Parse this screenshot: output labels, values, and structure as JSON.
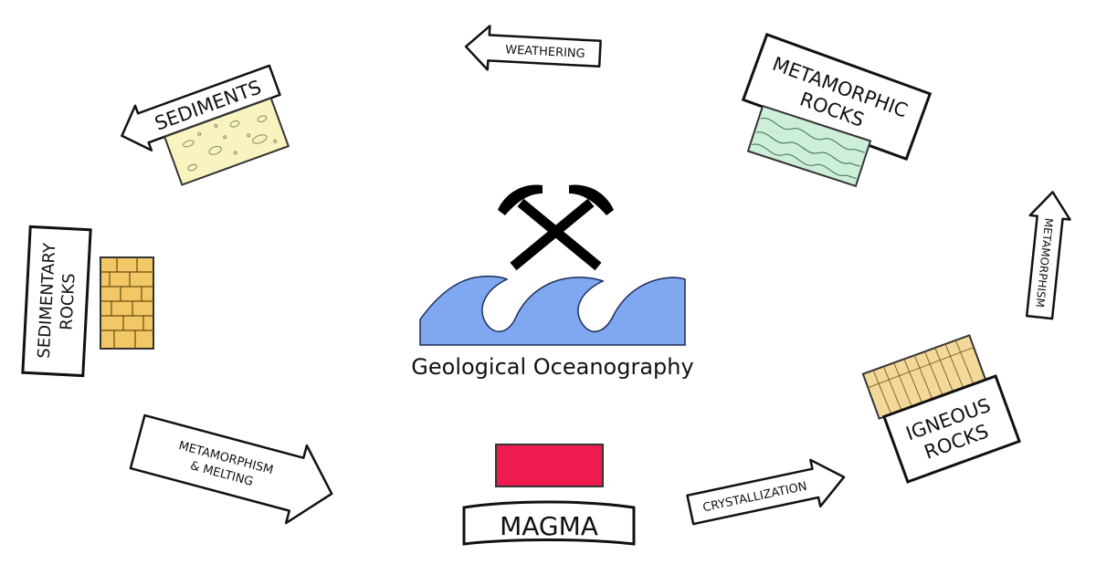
{
  "title": "Geological Oceanography",
  "nodes": {
    "sediments": "SEDIMENTS",
    "sedimentary_rocks": [
      "SEDIMENTARY",
      "ROCKS"
    ],
    "magma": "MAGMA",
    "igneous_rocks": [
      "IGNEOUS",
      "ROCKS"
    ],
    "metamorphic_rocks": [
      "METAMORPHIC",
      "ROCKS"
    ]
  },
  "processes": {
    "weathering": "WEATHERING",
    "metamorphism_melting": [
      "METAMORPHISM",
      "& MELTING"
    ],
    "crystallization": "CRYSTALLIZATION",
    "metamorphism": "METAMORPHISM"
  },
  "colors": {
    "sediment_swatch": "#f8f3bf",
    "sedimentary_swatch": "#f2c766",
    "magma_swatch": "#ee1c4e",
    "igneous_swatch": "#f2d89a",
    "metamorphic_swatch": "#cdeed9",
    "wave": "#7fa8f0"
  },
  "icons": {
    "center_logo": "crossed-rock-hammers-icon",
    "wave": "ocean-wave-icon"
  }
}
